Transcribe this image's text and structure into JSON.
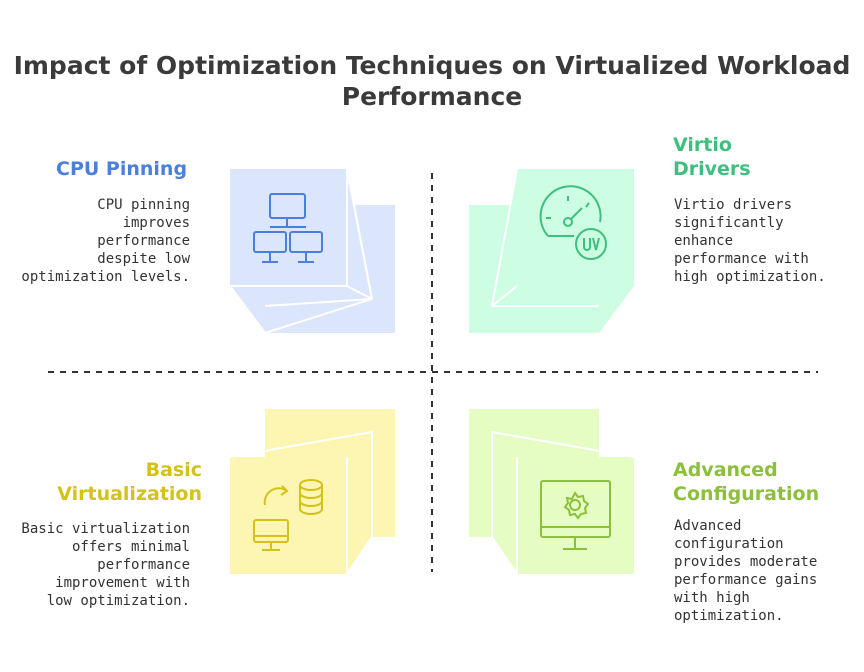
{
  "title": "Impact of Optimization Techniques on Virtualized Workload Performance",
  "quadrants": {
    "cpu_pinning": {
      "label": "CPU Pinning",
      "description_lines": [
        "CPU pinning",
        "improves",
        "performance",
        "despite low",
        "optimization levels."
      ],
      "color": "#4a7fdb",
      "fill": "#dbe6fd",
      "icon": "network-computers-icon"
    },
    "virtio_drivers": {
      "label_lines": [
        "Virtio",
        "Drivers"
      ],
      "description_lines": [
        "Virtio drivers",
        "significantly",
        "enhance",
        "performance with",
        "high optimization."
      ],
      "color": "#3fbf7f",
      "fill": "#cdfde3",
      "icon": "speedometer-uv-icon"
    },
    "basic_virtualization": {
      "label_lines": [
        "Basic",
        "Virtualization"
      ],
      "description_lines": [
        "Basic virtualization",
        "offers minimal",
        "performance",
        "improvement with",
        "low optimization."
      ],
      "color": "#d4c21a",
      "fill": "#fdf6b3",
      "icon": "database-sync-icon"
    },
    "advanced_configuration": {
      "label_lines": [
        "Advanced",
        "Configuration"
      ],
      "description_lines": [
        "Advanced",
        "configuration",
        "provides moderate",
        "performance gains",
        "with high",
        "optimization."
      ],
      "color": "#8cbf3a",
      "fill": "#e5fcc3",
      "icon": "monitor-gear-icon"
    }
  }
}
